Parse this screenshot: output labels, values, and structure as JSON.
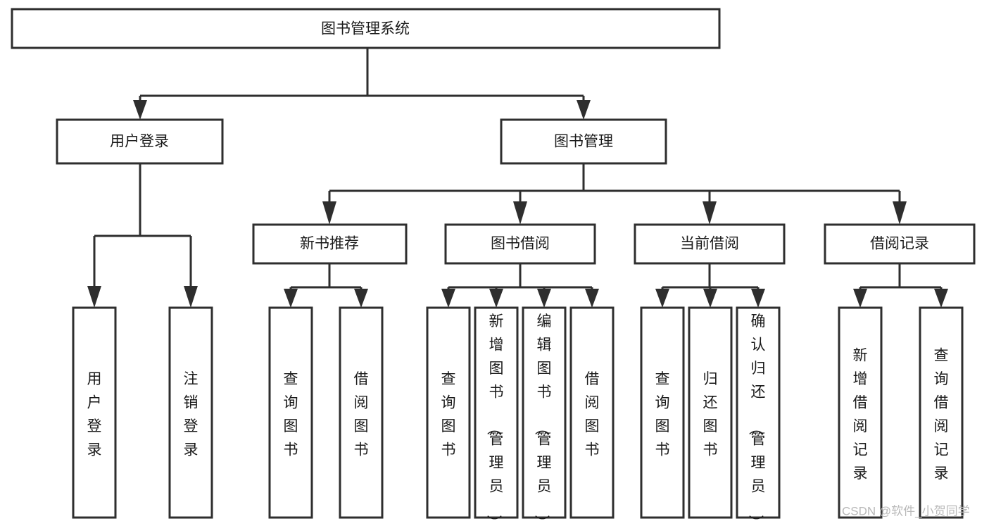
{
  "page": {
    "title": "图书管理系统",
    "type": "hierarchy-tree-diagram",
    "background_color": "#ffffff",
    "line_color": "#2e2e2e",
    "text_color": "#1a1a1a"
  },
  "watermark": {
    "text": "CSDN @软件_小贺同学",
    "color": "#b9b9b9"
  },
  "chart_data": {
    "type": "diagram-tree",
    "title": "图书管理系统",
    "orientation": "top-down",
    "levels": 4,
    "nodes": [
      {
        "id": "root",
        "label": "图书管理系统",
        "level": 0,
        "text_orientation": "horizontal",
        "parent": null
      },
      {
        "id": "login",
        "label": "用户登录",
        "level": 1,
        "text_orientation": "horizontal",
        "parent": "root"
      },
      {
        "id": "bookmgmt",
        "label": "图书管理",
        "level": 1,
        "text_orientation": "horizontal",
        "parent": "root"
      },
      {
        "id": "newbook",
        "label": "新书推荐",
        "level": 2,
        "text_orientation": "horizontal",
        "parent": "bookmgmt"
      },
      {
        "id": "borrow",
        "label": "图书借阅",
        "level": 2,
        "text_orientation": "horizontal",
        "parent": "bookmgmt"
      },
      {
        "id": "current",
        "label": "当前借阅",
        "level": 2,
        "text_orientation": "horizontal",
        "parent": "bookmgmt"
      },
      {
        "id": "records",
        "label": "借阅记录",
        "level": 2,
        "text_orientation": "horizontal",
        "parent": "bookmgmt"
      },
      {
        "id": "leaf-user-login",
        "label": "用户登录",
        "level": 3,
        "text_orientation": "vertical",
        "parent": "login"
      },
      {
        "id": "leaf-user-logout",
        "label": "注销登录",
        "level": 3,
        "text_orientation": "vertical",
        "parent": "login"
      },
      {
        "id": "leaf-newbook-query",
        "label": "查询图书",
        "level": 3,
        "text_orientation": "vertical",
        "parent": "newbook"
      },
      {
        "id": "leaf-newbook-borrow",
        "label": "借阅图书",
        "level": 3,
        "text_orientation": "vertical",
        "parent": "newbook"
      },
      {
        "id": "leaf-borrow-query",
        "label": "查询图书",
        "level": 3,
        "text_orientation": "vertical",
        "parent": "borrow"
      },
      {
        "id": "leaf-borrow-add",
        "label": "新增图书（管理员）",
        "level": 3,
        "text_orientation": "vertical",
        "parent": "borrow"
      },
      {
        "id": "leaf-borrow-edit",
        "label": "编辑图书（管理员）",
        "level": 3,
        "text_orientation": "vertical",
        "parent": "borrow"
      },
      {
        "id": "leaf-borrow-lend",
        "label": "借阅图书",
        "level": 3,
        "text_orientation": "vertical",
        "parent": "borrow"
      },
      {
        "id": "leaf-current-query",
        "label": "查询图书",
        "level": 3,
        "text_orientation": "vertical",
        "parent": "current"
      },
      {
        "id": "leaf-current-return",
        "label": "归还图书",
        "level": 3,
        "text_orientation": "vertical",
        "parent": "current"
      },
      {
        "id": "leaf-current-confirm",
        "label": "确认归还（管理员）",
        "level": 3,
        "text_orientation": "vertical",
        "parent": "current"
      },
      {
        "id": "leaf-records-add",
        "label": "新增借阅记录",
        "level": 3,
        "text_orientation": "vertical",
        "parent": "records"
      },
      {
        "id": "leaf-records-query",
        "label": "查询借阅记录",
        "level": 3,
        "text_orientation": "vertical",
        "parent": "records"
      }
    ],
    "edges": [
      {
        "from": "root",
        "to": "login"
      },
      {
        "from": "root",
        "to": "bookmgmt"
      },
      {
        "from": "bookmgmt",
        "to": "newbook"
      },
      {
        "from": "bookmgmt",
        "to": "borrow"
      },
      {
        "from": "bookmgmt",
        "to": "current"
      },
      {
        "from": "bookmgmt",
        "to": "records"
      },
      {
        "from": "login",
        "to": "leaf-user-login"
      },
      {
        "from": "login",
        "to": "leaf-user-logout"
      },
      {
        "from": "newbook",
        "to": "leaf-newbook-query"
      },
      {
        "from": "newbook",
        "to": "leaf-newbook-borrow"
      },
      {
        "from": "borrow",
        "to": "leaf-borrow-query"
      },
      {
        "from": "borrow",
        "to": "leaf-borrow-add"
      },
      {
        "from": "borrow",
        "to": "leaf-borrow-edit"
      },
      {
        "from": "borrow",
        "to": "leaf-borrow-lend"
      },
      {
        "from": "current",
        "to": "leaf-current-query"
      },
      {
        "from": "current",
        "to": "leaf-current-return"
      },
      {
        "from": "current",
        "to": "leaf-current-confirm"
      },
      {
        "from": "records",
        "to": "leaf-records-add"
      },
      {
        "from": "records",
        "to": "leaf-records-query"
      }
    ]
  },
  "labels": {
    "root": "图书管理系统",
    "login": "用户登录",
    "bookmgmt": "图书管理",
    "newbook": "新书推荐",
    "borrow": "图书借阅",
    "current": "当前借阅",
    "records": "借阅记录",
    "leaf_user_login": "用户登录",
    "leaf_user_logout": "注销登录",
    "leaf_newbook_query": "查询图书",
    "leaf_newbook_borrow": "借阅图书",
    "leaf_borrow_query": "查询图书",
    "leaf_borrow_add": "新增图书（管理员）",
    "leaf_borrow_edit": "编辑图书（管理员）",
    "leaf_borrow_lend": "借阅图书",
    "leaf_current_query": "查询图书",
    "leaf_current_return": "归还图书",
    "leaf_current_confirm": "确认归还（管理员）",
    "leaf_records_add": "新增借阅记录",
    "leaf_records_query": "查询借阅记录"
  }
}
